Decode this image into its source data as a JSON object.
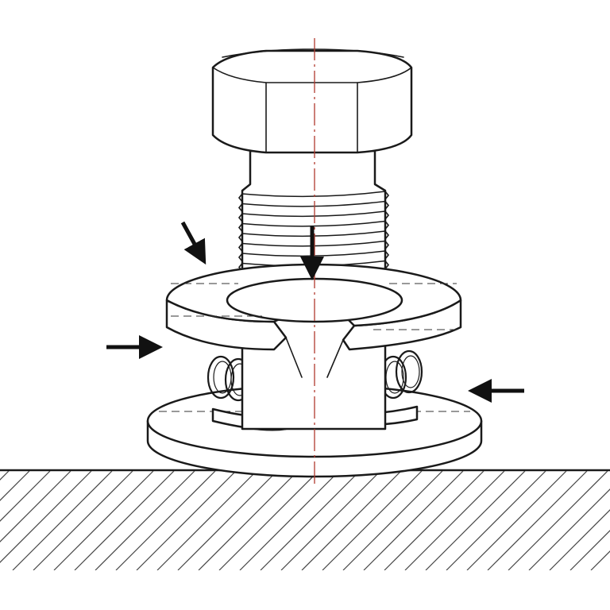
{
  "colors": {
    "line": "#1a1a1a",
    "centerline": "#b03a2e",
    "background": "#ffffff"
  },
  "arrows": [
    {
      "direction": "down-right"
    },
    {
      "direction": "right"
    },
    {
      "direction": "left"
    },
    {
      "direction": "down"
    }
  ]
}
